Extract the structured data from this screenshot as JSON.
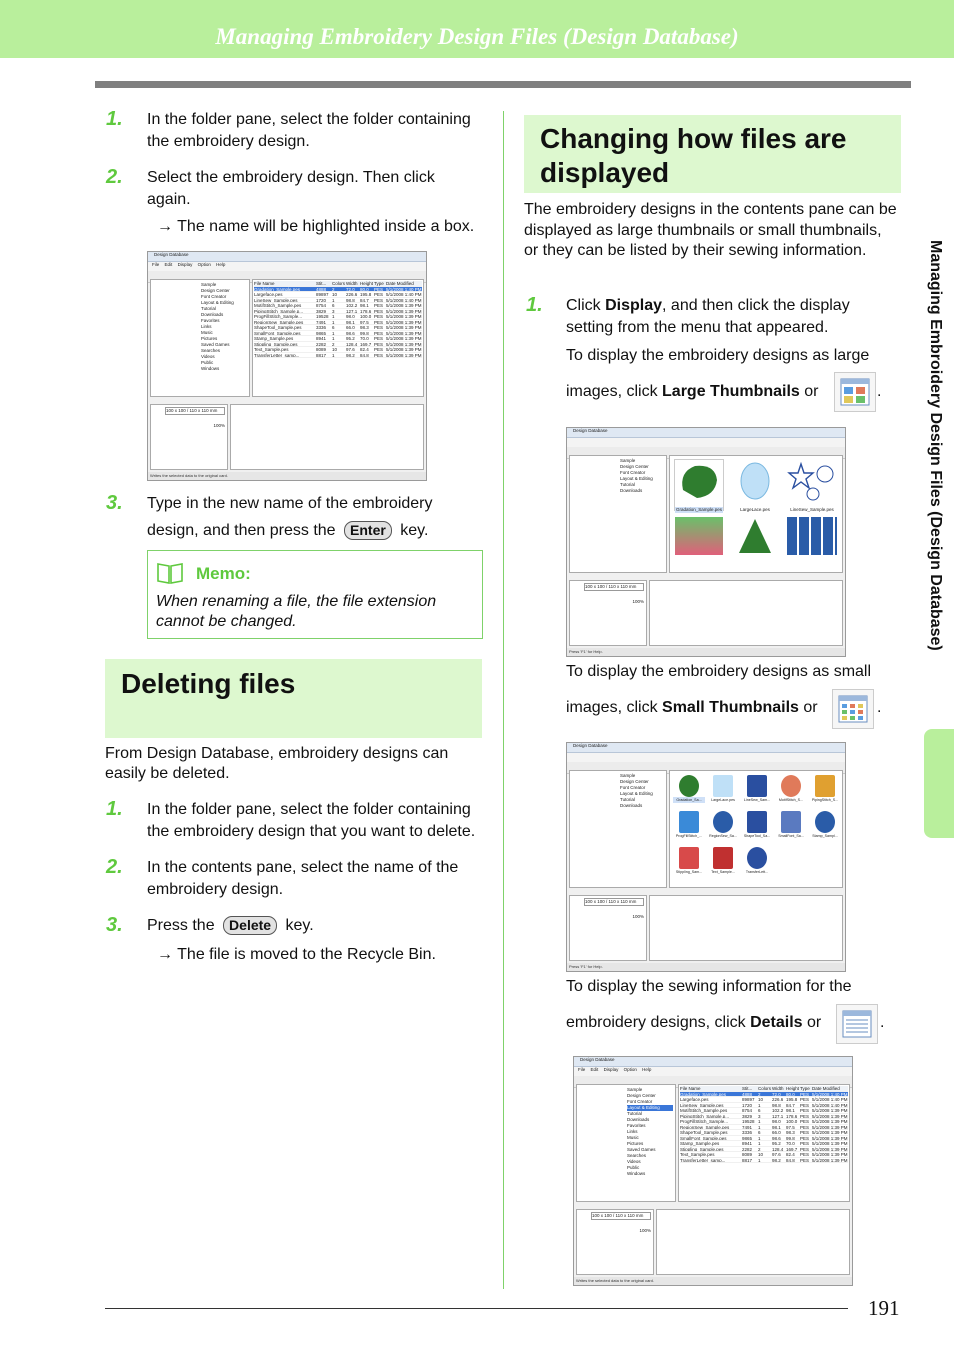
{
  "header": {
    "title": "Managing Embroidery Design Files (Design Database)"
  },
  "side_label": "Managing Embroidery Design Files (Design Database)",
  "page_number": "191",
  "left": {
    "steps_a": [
      {
        "num": "1.",
        "text": "In the folder pane, select the folder containing the embroidery design."
      },
      {
        "num": "2.",
        "text": "Select the embroidery design. Then click again."
      }
    ],
    "result_a": "→ The name will be highlighted inside a box.",
    "step3_num": "3.",
    "step3_text_a": "Type in the new name of the embroidery",
    "step3_text_b": "design, and then press the",
    "step3_text_c": "key.",
    "enter_key": "Enter",
    "memo": {
      "label": "Memo:",
      "text": "When renaming a file, the file extension cannot be changed."
    },
    "deleting": {
      "title": "Deleting files",
      "intro": "From Design Database, embroidery designs can easily be deleted.",
      "steps": [
        {
          "num": "1.",
          "text": "In the folder pane, select the folder containing the embroidery design that you want to delete."
        },
        {
          "num": "2.",
          "text": "In the contents pane, select the name of the embroidery design."
        }
      ],
      "step3_num": "3.",
      "step3_text_a": "Press the",
      "step3_text_b": "key.",
      "delete_key": "Delete",
      "result": "→ The file is moved to the Recycle Bin."
    }
  },
  "right": {
    "title_line1": "Changing how files are",
    "title_line2": "displayed",
    "intro": "The embroidery designs in the contents pane can be displayed as large thumbnails or small thumbnails, or they can be listed by their sewing information.",
    "step1_num": "1.",
    "step1_pre": "Click ",
    "step1_bold": "Display",
    "step1_post": ", and then click the display setting from the menu that appeared.",
    "large": {
      "line1": "To display the embroidery designs as large",
      "line2_pre": "images, click ",
      "line2_bold": "Large Thumbnails",
      "line2_post": " or"
    },
    "small": {
      "line1": "To display the embroidery designs as small",
      "line2_pre": "images, click ",
      "line2_bold": "Small Thumbnails",
      "line2_post": " or"
    },
    "details": {
      "line1": "To display the sewing information for the",
      "line2_pre": "embroidery designs, click ",
      "line2_bold": "Details",
      "line2_post": " or"
    },
    "period": "."
  },
  "screenshots": {
    "window_title": "Design Database",
    "menu": [
      "File",
      "Edit",
      "Display",
      "Option",
      "Help"
    ],
    "tree": [
      "Sample",
      "Design Center",
      "Font Creator",
      "Layout & Editing",
      "Tutorial",
      "Downloads",
      "Favorites",
      "Links",
      "Music",
      "Pictures",
      "Saved Games",
      "Searches",
      "Videos",
      "Public",
      "Windows"
    ],
    "columns": [
      "File Name",
      "Stit...",
      "Colors",
      "Width",
      "Height",
      "Type",
      "Date Modified"
    ],
    "files": [
      [
        "Gradation_Sample.pes",
        "4888",
        "2",
        "72.0",
        "80.0",
        "PES",
        "5/1/2008 1:40 PM"
      ],
      [
        "Largeface.pes",
        "89897",
        "10",
        "226.6",
        "195.8",
        "PES",
        "5/1/2008 1:40 PM"
      ],
      [
        "LineSew_Sample.pes",
        "1720",
        "1",
        "98.8",
        "84.7",
        "PES",
        "5/1/2008 1:40 PM"
      ],
      [
        "MotifStitch_Sample.pes",
        "8754",
        "6",
        "102.2",
        "98.1",
        "PES",
        "5/1/2008 1:39 PM"
      ],
      [
        "PipingStitch_Sample.p...",
        "3829",
        "3",
        "127.1",
        "178.6",
        "PES",
        "5/1/2008 1:39 PM"
      ],
      [
        "ProgFillStitch_Sample...",
        "19528",
        "1",
        "98.0",
        "100.0",
        "PES",
        "5/1/2008 1:39 PM"
      ],
      [
        "RegionSew_Sample.pes",
        "7491",
        "1",
        "98.1",
        "97.5",
        "PES",
        "5/1/2008 1:39 PM"
      ],
      [
        "ShapeTool_Sample.pes",
        "3336",
        "6",
        "66.0",
        "98.3",
        "PES",
        "5/1/2008 1:39 PM"
      ],
      [
        "SmallFont_Sample.pes",
        "9865",
        "1",
        "98.6",
        "99.8",
        "PES",
        "5/1/2008 1:39 PM"
      ],
      [
        "Stamp_Sample.pes",
        "8941",
        "1",
        "95.2",
        "70.0",
        "PES",
        "5/1/2008 1:39 PM"
      ],
      [
        "Stippling_Sample.pes",
        "2282",
        "2",
        "128.4",
        "169.7",
        "PES",
        "5/1/2008 1:39 PM"
      ],
      [
        "Text_Sample.pes",
        "8089",
        "10",
        "97.6",
        "82.4",
        "PES",
        "5/1/2008 1:39 PM"
      ],
      [
        "TransferLetter_samp...",
        "8817",
        "1",
        "98.2",
        "84.8",
        "PES",
        "5/1/2008 1:39 PM"
      ]
    ],
    "size_field": "100 x 100 / 110 x 110 mm",
    "percent": "100%",
    "status_1": "Writes the selected data to the original card.",
    "status_2": "Press 'F1' for Help.",
    "large_thumbs": [
      "Gradation_Sample.pes",
      "LargeLace.pes",
      "LineSew_Sample.pes"
    ],
    "small_thumbs": [
      "Gradation_Sa...",
      "LargeLace.pes",
      "LineSew_Sam...",
      "MotifStitch_S...",
      "PipingStitch_S...",
      "ProgFillStitch_...",
      "RegionSew_Sa...",
      "ShapeTool_Sa...",
      "SmallFont_Sa...",
      "Stamp_Sampl...",
      "Stippling_Sam...",
      "Text_Sample...",
      "TransferLett..."
    ]
  },
  "colors": {
    "accent": "#b9ef9c",
    "accent_light": "#ddf8cf",
    "step_green": "#5fc93e",
    "rule_green": "#7fd26a"
  }
}
